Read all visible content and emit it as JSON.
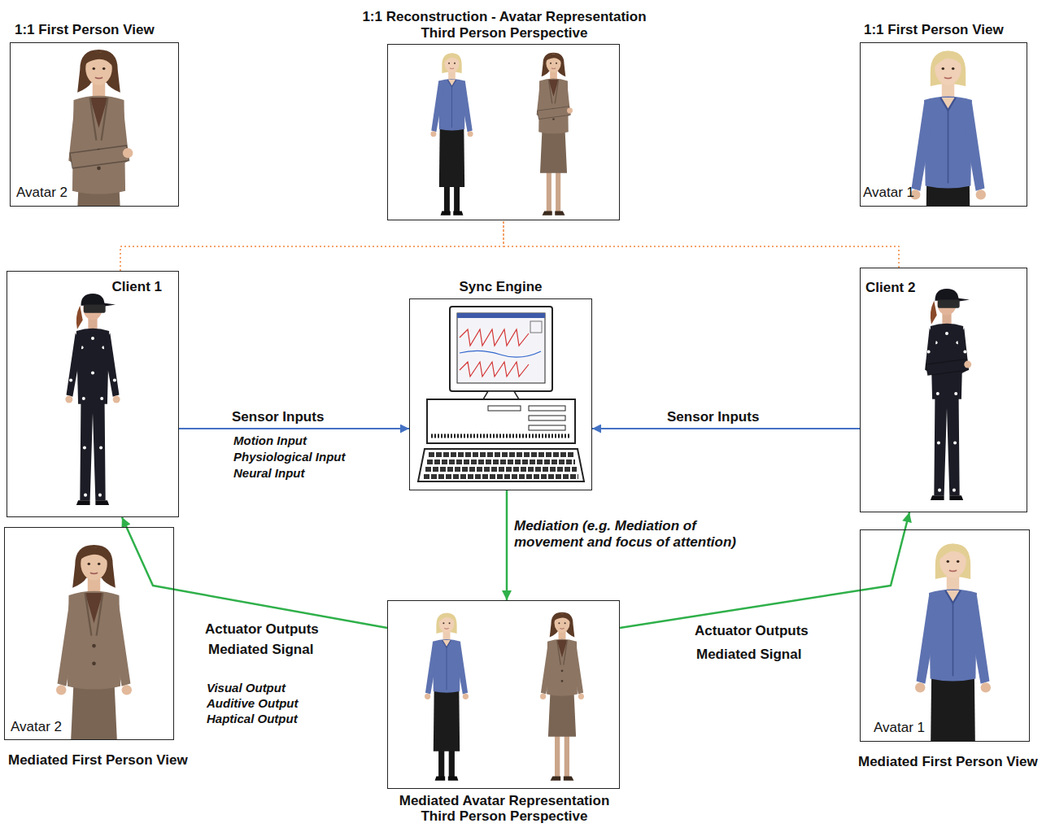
{
  "diagram": {
    "nodes": [
      {
        "text": [
          "1:1 First Person View",
          "Avatar 2"
        ]
      },
      {
        "text": [
          "1:1 Reconstruction - Avatar Representation Third Person Perspective"
        ]
      },
      {
        "text": [
          "1:1 First Person View",
          "Avatar 1"
        ]
      },
      {
        "text": [
          "Client 1"
        ]
      },
      {
        "text": [
          "Sync Engine"
        ]
      },
      {
        "text": [
          "Client 2"
        ]
      },
      {
        "text": [
          "Avatar 2",
          "Mediated First Person View"
        ]
      },
      {
        "text": [
          "Mediated Avatar Representation Third Person Perspective"
        ]
      },
      {
        "text": [
          "Avatar 1",
          "Mediated First Person View"
        ]
      }
    ],
    "edges": [
      {
        "from": 3,
        "to": 4,
        "label": "Sensor Inputs",
        "arrow": "to"
      },
      {
        "from": 5,
        "to": 4,
        "label": "Sensor Inputs",
        "arrow": "to"
      },
      {
        "from": 4,
        "to": 7,
        "label": "Mediation (e.g. Mediation of movement and focus of attention)",
        "arrow": "to"
      },
      {
        "from": 7,
        "to": 3,
        "label": "Actuator Outputs",
        "arrow": "to"
      },
      {
        "from": 7,
        "to": 5,
        "label": "Actuator Outputs",
        "arrow": "to"
      },
      {
        "from": 3,
        "to": 1,
        "arrow": "none"
      },
      {
        "from": 5,
        "to": 1,
        "arrow": "none"
      }
    ],
    "labels": [
      "Motion Input",
      "Physiological Input",
      "Neural Input",
      "Mediated Signal",
      "Visual Output",
      "Auditive Output",
      "Haptical Output",
      "Mediated Signal"
    ]
  }
}
